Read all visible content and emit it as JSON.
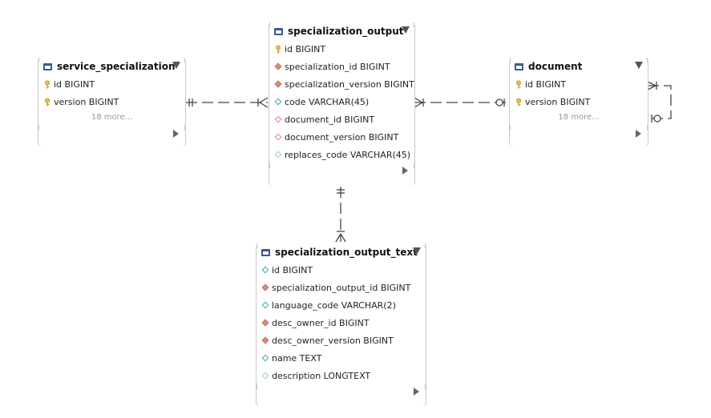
{
  "colors": {
    "line": "#444444",
    "pk_key": "#e8c14a",
    "fk": "#d9897a",
    "col": "#6fc4c8"
  },
  "entities": {
    "service_specialization": {
      "title": "service_specialization",
      "columns": [
        {
          "name": "id BIGINT",
          "icon": "key-icon"
        },
        {
          "name": "version BIGINT",
          "icon": "key-icon"
        }
      ],
      "more": "18 more..."
    },
    "specialization_output": {
      "title": "specialization_output",
      "columns": [
        {
          "name": "id BIGINT",
          "icon": "key-icon"
        },
        {
          "name": "specialization_id BIGINT",
          "icon": "fk-diamond-icon"
        },
        {
          "name": "specialization_version BIGINT",
          "icon": "fk-diamond-icon"
        },
        {
          "name": "code VARCHAR(45)",
          "icon": "column-diamond-icon"
        },
        {
          "name": "document_id BIGINT",
          "icon": "fk-hollow-diamond-icon"
        },
        {
          "name": "document_version BIGINT",
          "icon": "fk-hollow-diamond-icon"
        },
        {
          "name": "replaces_code VARCHAR(45)",
          "icon": "column-hollow-diamond-icon"
        }
      ]
    },
    "document": {
      "title": "document",
      "columns": [
        {
          "name": "id BIGINT",
          "icon": "key-icon"
        },
        {
          "name": "version BIGINT",
          "icon": "key-icon"
        }
      ],
      "more": "18 more..."
    },
    "specialization_output_text": {
      "title": "specialization_output_text",
      "columns": [
        {
          "name": "id BIGINT",
          "icon": "column-diamond-icon"
        },
        {
          "name": "specialization_output_id BIGINT",
          "icon": "fk-diamond-icon"
        },
        {
          "name": "language_code VARCHAR(2)",
          "icon": "column-diamond-icon"
        },
        {
          "name": "desc_owner_id BIGINT",
          "icon": "fk-diamond-icon"
        },
        {
          "name": "desc_owner_version BIGINT",
          "icon": "fk-diamond-icon"
        },
        {
          "name": "name TEXT",
          "icon": "column-diamond-icon"
        },
        {
          "name": "description LONGTEXT",
          "icon": "column-hollow-diamond-icon"
        }
      ]
    }
  }
}
